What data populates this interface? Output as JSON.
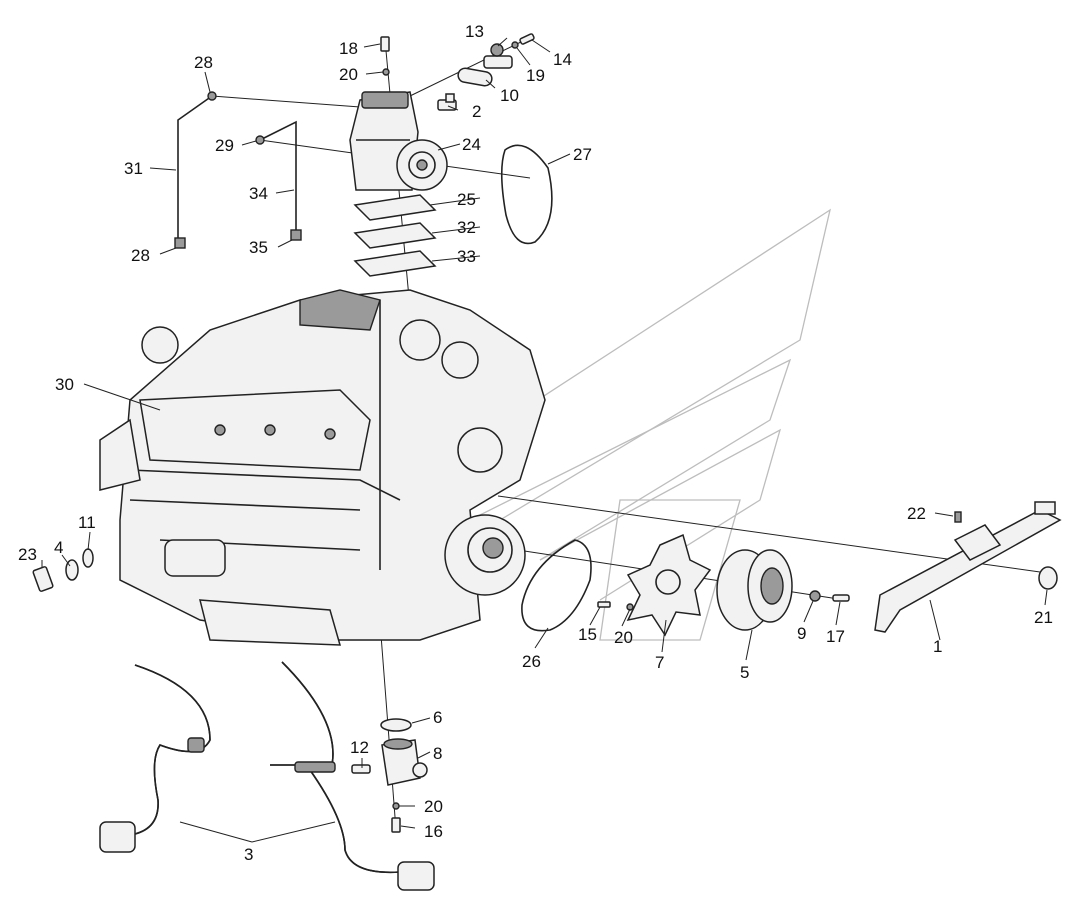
{
  "callouts": [
    {
      "id": "1",
      "label": "1"
    },
    {
      "id": "2",
      "label": "2"
    },
    {
      "id": "3",
      "label": "3"
    },
    {
      "id": "4",
      "label": "4"
    },
    {
      "id": "5",
      "label": "5"
    },
    {
      "id": "6",
      "label": "6"
    },
    {
      "id": "7",
      "label": "7"
    },
    {
      "id": "8",
      "label": "8"
    },
    {
      "id": "9",
      "label": "9"
    },
    {
      "id": "10",
      "label": "10"
    },
    {
      "id": "11",
      "label": "11"
    },
    {
      "id": "12",
      "label": "12"
    },
    {
      "id": "13",
      "label": "13"
    },
    {
      "id": "14",
      "label": "14"
    },
    {
      "id": "15",
      "label": "15"
    },
    {
      "id": "16",
      "label": "16"
    },
    {
      "id": "17",
      "label": "17"
    },
    {
      "id": "18",
      "label": "18"
    },
    {
      "id": "19",
      "label": "19"
    },
    {
      "id": "20a",
      "label": "20"
    },
    {
      "id": "20b",
      "label": "20"
    },
    {
      "id": "20c",
      "label": "20"
    },
    {
      "id": "21",
      "label": "21"
    },
    {
      "id": "22",
      "label": "22"
    },
    {
      "id": "23",
      "label": "23"
    },
    {
      "id": "24",
      "label": "24"
    },
    {
      "id": "25",
      "label": "25"
    },
    {
      "id": "26",
      "label": "26"
    },
    {
      "id": "27",
      "label": "27"
    },
    {
      "id": "28a",
      "label": "28"
    },
    {
      "id": "28b",
      "label": "28"
    },
    {
      "id": "29",
      "label": "29"
    },
    {
      "id": "30",
      "label": "30"
    },
    {
      "id": "31",
      "label": "31"
    },
    {
      "id": "32",
      "label": "32"
    },
    {
      "id": "33",
      "label": "33"
    },
    {
      "id": "34",
      "label": "34"
    },
    {
      "id": "35",
      "label": "35"
    }
  ]
}
